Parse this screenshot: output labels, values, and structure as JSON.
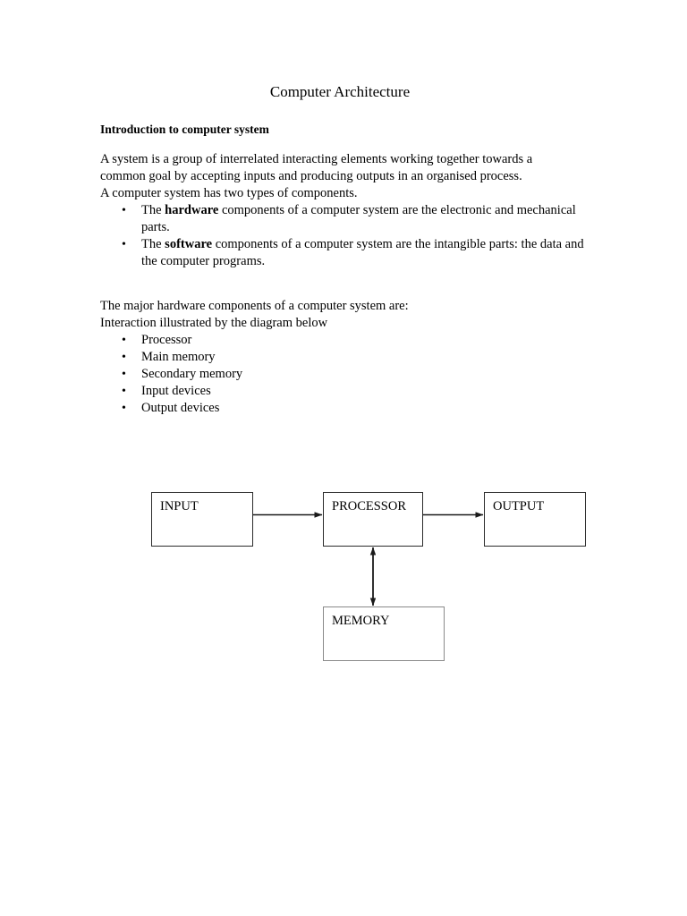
{
  "document": {
    "title": "Computer Architecture",
    "heading_1": "Introduction to computer system",
    "paragraph_1": {
      "line_1": "A system is a group of interrelated interacting elements working together towards a",
      "line_2": "common goal by accepting inputs and producing outputs in an organised process.",
      "line_3": "A computer system has two types of components."
    },
    "list_1": [
      {
        "prefix": "The ",
        "bold": "hardware",
        "suffix": " components of a computer system are the electronic and mechanical parts."
      },
      {
        "prefix": "The ",
        "bold": "software",
        "suffix": " components of a computer system are the intangible parts: the data and the computer programs."
      }
    ],
    "paragraph_2": {
      "line_1": "The major hardware components of a computer system are:",
      "line_2": "Interaction illustrated by the diagram below"
    },
    "list_2": [
      "Processor",
      "Main memory",
      "Secondary memory",
      "Input devices",
      "Output devices"
    ],
    "diagram": {
      "boxes": {
        "input": "INPUT",
        "processor": "PROCESSOR",
        "output": "OUTPUT",
        "memory": "MEMORY"
      },
      "connectors": [
        {
          "name": "input-to-processor",
          "direction": "right"
        },
        {
          "name": "processor-to-output",
          "direction": "right"
        },
        {
          "name": "processor-to-memory",
          "direction": "both"
        }
      ],
      "colors": {
        "border_dark": "#2b2b2b",
        "border_gray": "#8a8a8a",
        "arrow": "#1a1a1a",
        "page_background": "#ffffff"
      }
    }
  }
}
